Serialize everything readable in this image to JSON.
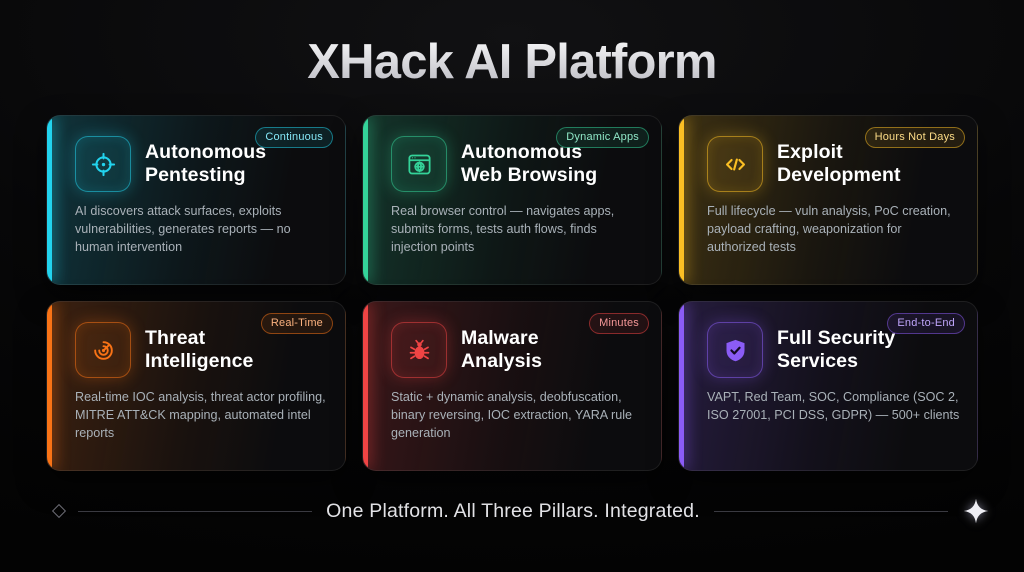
{
  "header": {
    "title": "XHack AI Platform"
  },
  "cards": [
    {
      "title": "Autonomous\nPentesting",
      "badge": "Continuous",
      "description": "AI discovers attack surfaces, exploits vulnerabilities, generates reports — no human intervention",
      "accent": "#22d3ee",
      "icon": "crosshair-target-icon"
    },
    {
      "title": "Autonomous\nWeb Browsing",
      "badge": "Dynamic Apps",
      "description": "Real browser control — navigates apps, submits forms, tests auth flows, finds injection points",
      "accent": "#34d399",
      "icon": "browser-globe-icon"
    },
    {
      "title": "Exploit\nDevelopment",
      "badge": "Hours Not Days",
      "description": "Full lifecycle — vuln analysis, PoC creation, payload crafting, weaponization for authorized tests",
      "accent": "#fbbf24",
      "icon": "code-brackets-icon"
    },
    {
      "title": "Threat\nIntelligence",
      "badge": "Real-Time",
      "description": "Real-time IOC analysis, threat actor profiling, MITRE ATT&CK mapping, automated intel reports",
      "accent": "#f97316",
      "icon": "radar-spiral-icon"
    },
    {
      "title": "Malware\nAnalysis",
      "badge": "Minutes",
      "description": "Static + dynamic analysis, deobfuscation, binary reversing, IOC extraction, YARA rule generation",
      "accent": "#ef4444",
      "icon": "bug-icon"
    },
    {
      "title": "Full Security\nServices",
      "badge": "End-to-End",
      "description": "VAPT, Red Team, SOC, Compliance (SOC 2, ISO 27001, PCI DSS, GDPR) — 500+ clients",
      "accent": "#8b5cf6",
      "icon": "shield-check-icon"
    }
  ],
  "footer": {
    "tagline": "One Platform. All Three Pillars. Integrated.",
    "left_end_icon": "diamond-outline-icon",
    "right_end_icon": "four-point-sparkle-icon"
  }
}
